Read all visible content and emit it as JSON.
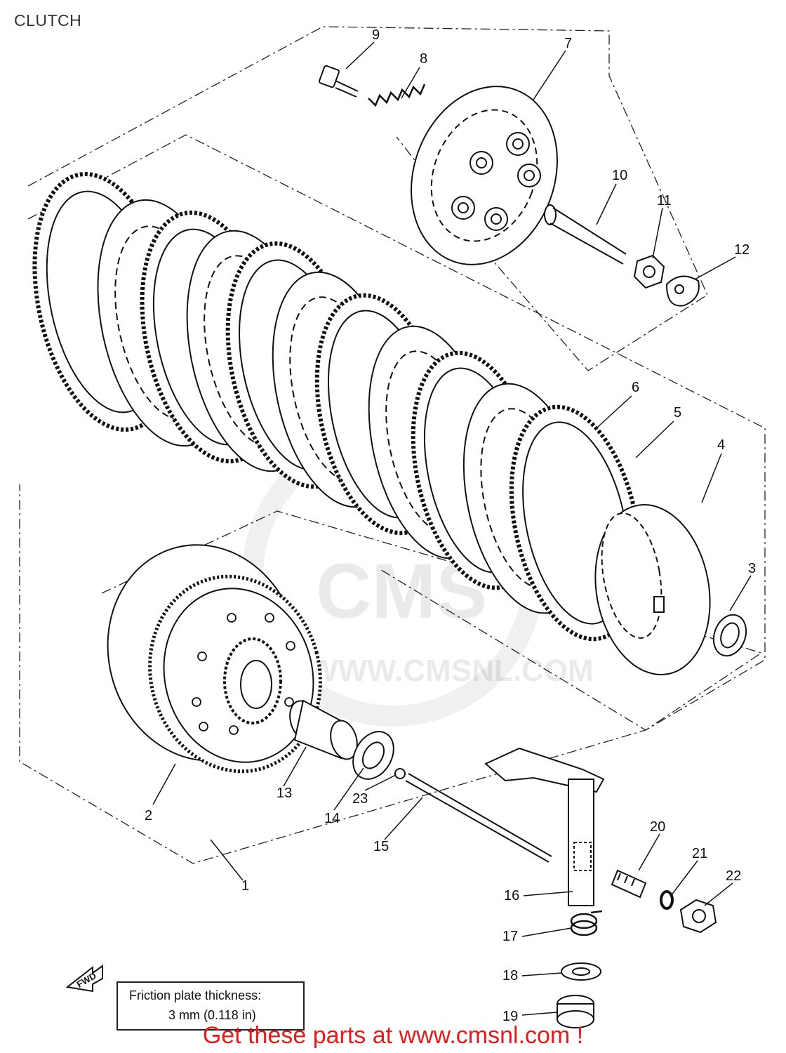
{
  "page": {
    "title": "CLUTCH"
  },
  "callouts": [
    "1",
    "2",
    "3",
    "4",
    "5",
    "6",
    "7",
    "8",
    "9",
    "10",
    "11",
    "12",
    "13",
    "14",
    "15",
    "16",
    "17",
    "18",
    "19",
    "20",
    "21",
    "22",
    "23"
  ],
  "spec_note": {
    "line1": "Friction plate thickness:",
    "line2": "3 mm (0.118 in)"
  },
  "fwd_indicator": "FWD",
  "watermark": {
    "brand": "CMS",
    "url": "WWW.CMSNL.COM"
  },
  "footer": {
    "link_text": "Get these parts at www.cmsnl.com !"
  },
  "colors": {
    "footer_link": "#e31b1b",
    "line_art": "#111111"
  }
}
